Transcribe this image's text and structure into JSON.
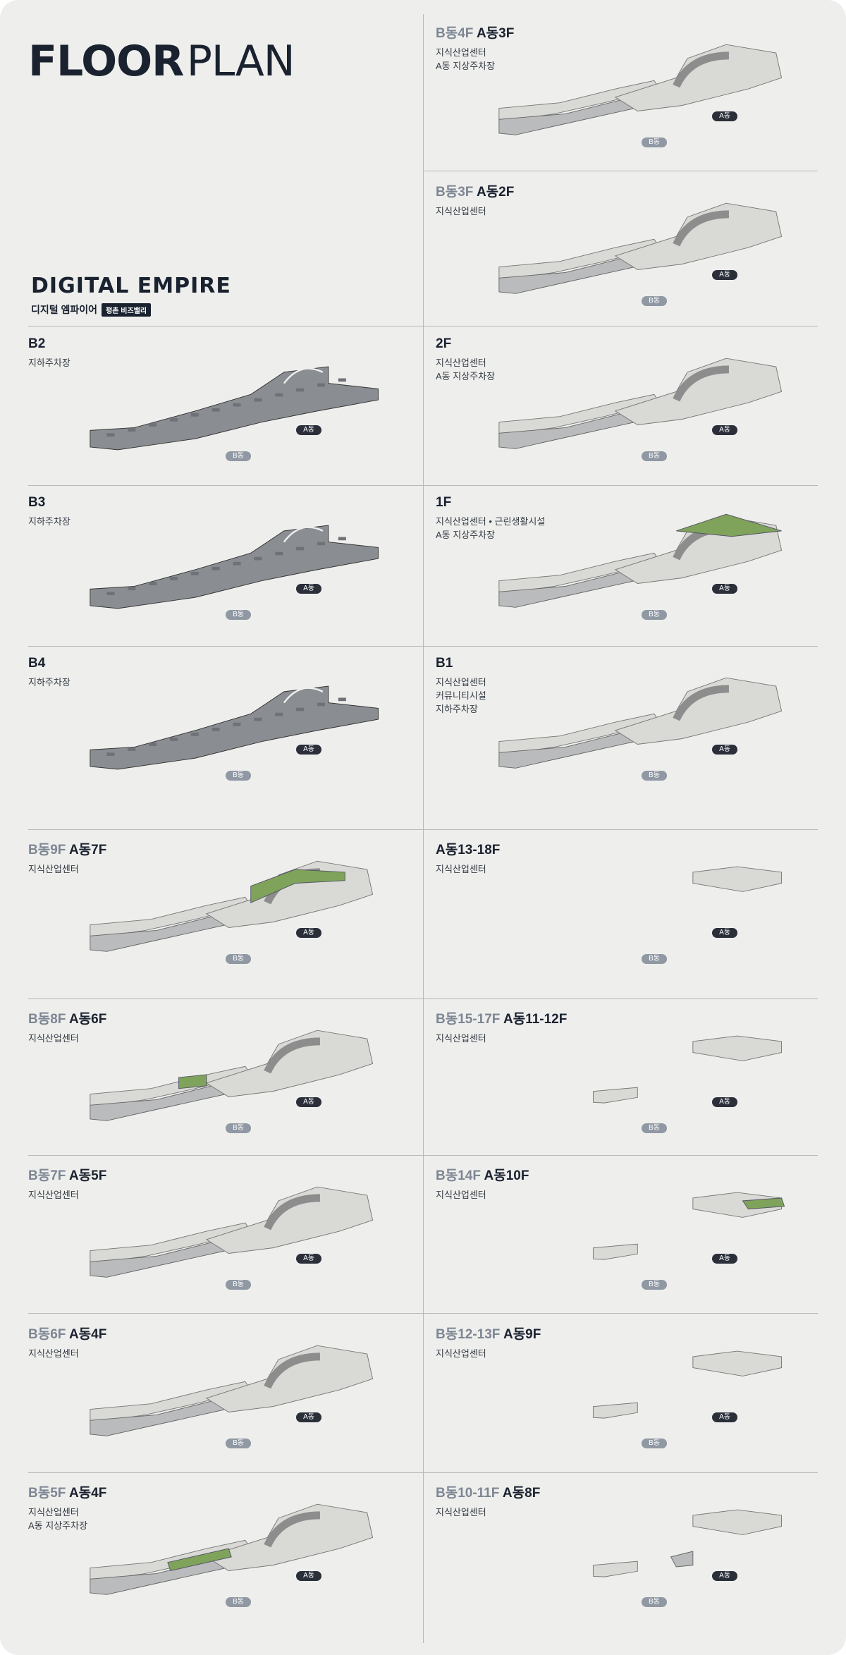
{
  "title": {
    "bold": "FLOOR",
    "light": "PLAN"
  },
  "logo": {
    "name": "DIGITAL EMPIRE",
    "subtitle": "디지털 엠파이어",
    "badge": "평촌 비즈밸리"
  },
  "tags": {
    "a": "A동",
    "b": "B동"
  },
  "floors": [
    {
      "id": "b4f-a3f",
      "pre": "B동4F",
      "main": "A동3F",
      "desc": "지식산업센터\nA동 지상주차장"
    },
    {
      "id": "b3f-a2f",
      "pre": "B동3F",
      "main": "A동2F",
      "desc": "지식산업센터"
    },
    {
      "id": "b2",
      "pre": "",
      "main": "B2",
      "desc": "지하주차장"
    },
    {
      "id": "2f",
      "pre": "",
      "main": "2F",
      "desc": "지식산업센터\nA동 지상주차장"
    },
    {
      "id": "b3",
      "pre": "",
      "main": "B3",
      "desc": "지하주차장"
    },
    {
      "id": "1f",
      "pre": "",
      "main": "1F",
      "desc": "지식산업센터 • 근린생활시설\nA동 지상주차장"
    },
    {
      "id": "b4",
      "pre": "",
      "main": "B4",
      "desc": "지하주차장"
    },
    {
      "id": "b1",
      "pre": "",
      "main": "B1",
      "desc": "지식산업센터\n커뮤니티시설\n지하주차장"
    },
    {
      "id": "b9f-a7f",
      "pre": "B동9F",
      "main": "A동7F",
      "desc": "지식산업센터"
    },
    {
      "id": "a13-18f",
      "pre": "",
      "main": "A동13-18F",
      "desc": "지식산업센터"
    },
    {
      "id": "b8f-a6f",
      "pre": "B동8F",
      "main": "A동6F",
      "desc": "지식산업센터"
    },
    {
      "id": "b15-17f-a11-12f",
      "pre": "B동15-17F",
      "main": "A동11-12F",
      "desc": "지식산업센터"
    },
    {
      "id": "b7f-a5f",
      "pre": "B동7F",
      "main": "A동5F",
      "desc": "지식산업센터"
    },
    {
      "id": "b14f-a10f",
      "pre": "B동14F",
      "main": "A동10F",
      "desc": "지식산업센터"
    },
    {
      "id": "b6f-a4f",
      "pre": "B동6F",
      "main": "A동4F",
      "desc": "지식산업센터"
    },
    {
      "id": "b12-13f-a9f",
      "pre": "B동12-13F",
      "main": "A동9F",
      "desc": "지식산업센터"
    },
    {
      "id": "b5f-a4f",
      "pre": "B동5F",
      "main": "A동4F",
      "desc": "지식산업센터\nA동 지상주차장"
    },
    {
      "id": "b10-11f-a8f",
      "pre": "B동10-11F",
      "main": "A동8F",
      "desc": "지식산업센터"
    }
  ]
}
